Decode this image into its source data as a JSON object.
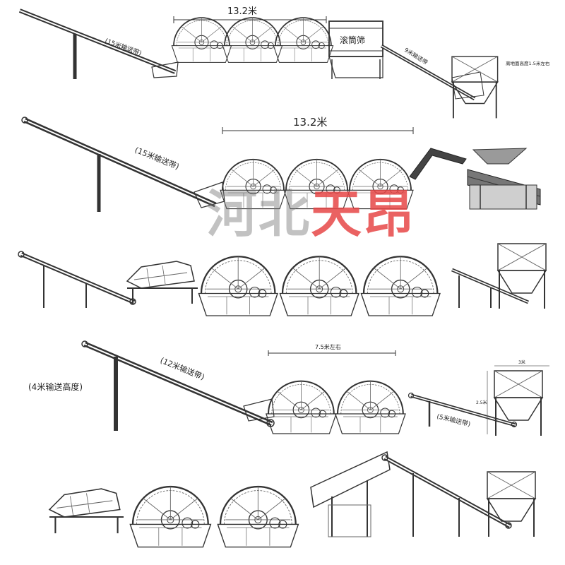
{
  "diagram": {
    "rows": [
      {
        "id": "row1",
        "labels": {
          "dimension": "13.2米",
          "conveyor_main": "(15米输送带)",
          "screen": "滚筒筛",
          "conveyor_outlet": "9米输送带",
          "hopper_note": "离地面高度1.5米左右"
        }
      },
      {
        "id": "row2",
        "labels": {
          "dimension": "13.2米",
          "conveyor_main": "(15米输送带)"
        }
      },
      {
        "id": "row4",
        "labels": {
          "dimension": "7.5米左右",
          "conveyor_height": "(4米输送高度)",
          "conveyor_main": "(12米输送带)",
          "conveyor_outlet": "(5米输送带)",
          "hopper_height": "2.5米",
          "hopper_width": "3米"
        }
      }
    ]
  },
  "watermark": {
    "part1": "河北",
    "part2": "天昂"
  }
}
